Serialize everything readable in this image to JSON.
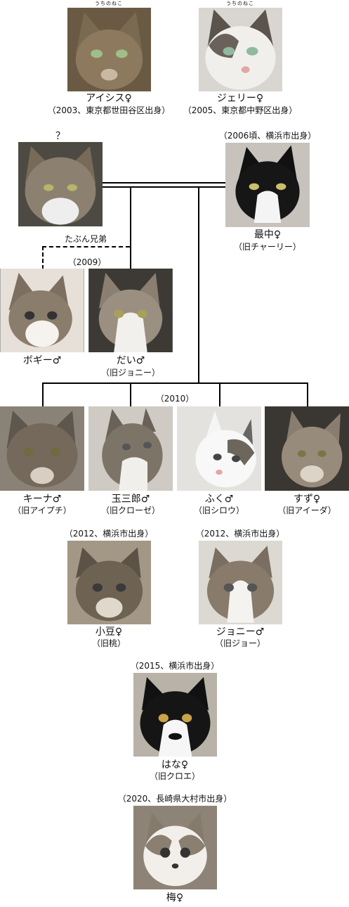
{
  "cats": {
    "aisis": {
      "name": "アイシス♀",
      "note": "（2003、東京都世田谷区出身）",
      "tag": "うちのねこ"
    },
    "jerry": {
      "name": "ジェリー♀",
      "note": "（2005、東京都中野区出身）",
      "tag": "うちのねこ"
    },
    "father": {
      "name": "？"
    },
    "monaka": {
      "origin": "（2006頃、横浜市出身）",
      "name": "最中♀",
      "former": "（旧チャーリー）"
    },
    "bogi": {
      "name": "ボギー♂"
    },
    "dai": {
      "name": "だい♂",
      "former": "（旧ジョニー）"
    },
    "kina": {
      "name": "キーナ♂",
      "former": "（旧アイプチ）"
    },
    "tamasaburo": {
      "name": "玉三郎♂",
      "former": "（旧クローゼ）"
    },
    "fuku": {
      "name": "ふく♂",
      "former": "（旧シロウ）"
    },
    "suzu": {
      "name": "すず♀",
      "former": "（旧アイーダ）"
    },
    "azuki": {
      "origin": "（2012、横浜市出身）",
      "name": "小豆♀",
      "former": "（旧桃）"
    },
    "johnny": {
      "origin": "（2012、横浜市出身）",
      "name": "ジョニー♂",
      "former": "（旧ジョー）"
    },
    "hana": {
      "origin": "（2015、横浜市出身）",
      "name": "はな♀",
      "former": "（旧クロエ）"
    },
    "ume": {
      "origin": "（2020、長崎県大村市出身）",
      "name": "梅♀"
    }
  },
  "labels": {
    "brothers": "たぶん兄弟",
    "year_2009": "（2009）",
    "year_2010": "（2010）"
  },
  "icons": [
    "cat-photo"
  ]
}
